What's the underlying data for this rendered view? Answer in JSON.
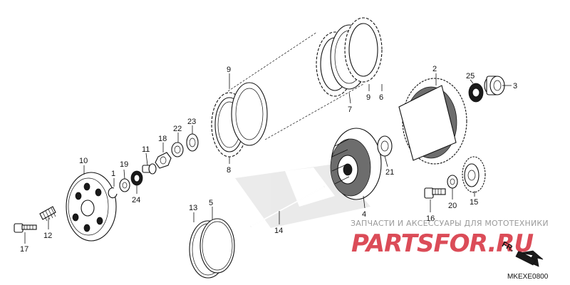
{
  "callouts": [
    "1",
    "2",
    "3",
    "4",
    "5",
    "6",
    "7",
    "8",
    "9",
    "9",
    "10",
    "11",
    "12",
    "13",
    "14",
    "15",
    "16",
    "17",
    "18",
    "19",
    "20",
    "21",
    "22",
    "23",
    "24",
    "25"
  ],
  "watermark": {
    "caption": "ЗАПЧАСТИ И АКСЕССУАРЫ ДЛЯ МОТОТЕХНИКИ",
    "logo": "PARTSFOR.RU"
  },
  "diagram_code": "MKEXE0800",
  "direction_label": "FR."
}
